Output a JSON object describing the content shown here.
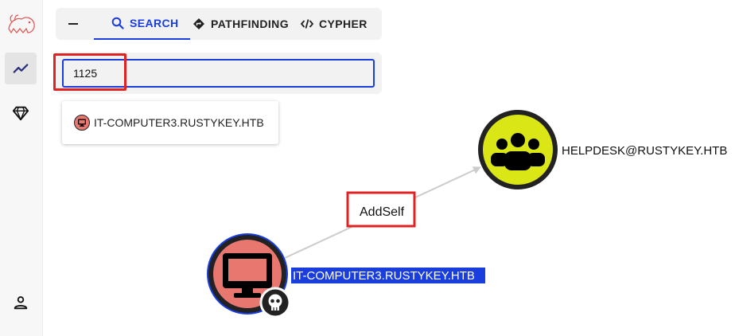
{
  "tabs": {
    "search": "SEARCH",
    "pathfinding": "PATHFINDING",
    "cypher": "CYPHER"
  },
  "search": {
    "value": "1125"
  },
  "results": [
    {
      "label": "IT-COMPUTER3.RUSTYKEY.HTB",
      "icon": "computer-icon"
    }
  ],
  "graph": {
    "nodes": {
      "computer": {
        "label": "IT-COMPUTER3.RUSTYKEY.HTB",
        "color": "#e8776f",
        "icon": "computer-icon",
        "badge": "skull-icon"
      },
      "group": {
        "label": "HELPDESK@RUSTYKEY.HTB",
        "color": "#dbe617",
        "icon": "group-icon"
      }
    },
    "edge": {
      "label": "AddSelf"
    }
  },
  "colors": {
    "accent": "#1a3dde",
    "highlight": "#e02222"
  }
}
